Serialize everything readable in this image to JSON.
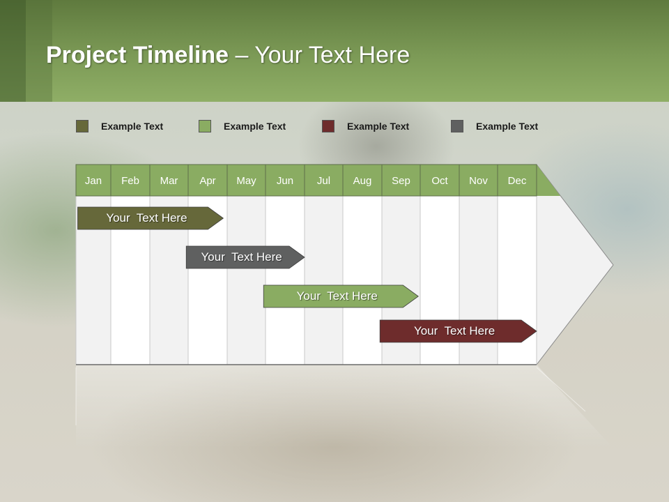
{
  "header": {
    "title_bold": "Project Timeline",
    "title_rest": " – Your Text Here"
  },
  "legend": [
    {
      "label": "Example Text",
      "color": "#66683a"
    },
    {
      "label": "Example Text",
      "color": "#8aac62"
    },
    {
      "label": "Example Text",
      "color": "#6e2c2c"
    },
    {
      "label": "Example Text",
      "color": "#5f6060"
    }
  ],
  "months": [
    "Jan",
    "Feb",
    "Mar",
    "Apr",
    "May",
    "Jun",
    "Jul",
    "Aug",
    "Sep",
    "Oct",
    "Nov",
    "Dec"
  ],
  "tasks": [
    {
      "label": "Your  Text Here",
      "start_month": 0.05,
      "end_month": 3.9,
      "color": "#66683a"
    },
    {
      "label": "Your  Text Here",
      "start_month": 2.95,
      "end_month": 6.0,
      "color": "#5f6060"
    },
    {
      "label": "Your  Text Here",
      "start_month": 4.95,
      "end_month": 8.95,
      "color": "#8aac62"
    },
    {
      "label": "Your  Text Here",
      "start_month": 7.95,
      "end_month": 12.0,
      "color": "#6e2c2c"
    }
  ],
  "colors": {
    "month_header": "#8aac62",
    "column_light": "#f2f2f2",
    "column_white": "#ffffff"
  }
}
